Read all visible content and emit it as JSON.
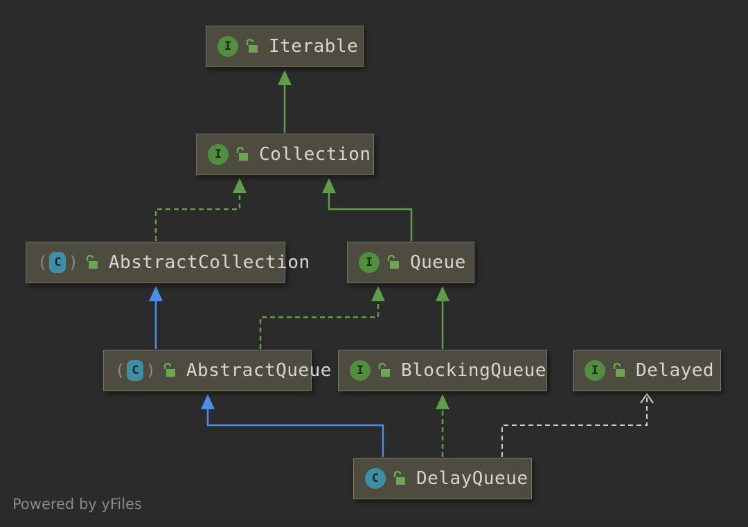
{
  "nodes": {
    "iterable": {
      "name": "Iterable",
      "badge": "I",
      "kind": "interface"
    },
    "collection": {
      "name": "Collection",
      "badge": "I",
      "kind": "interface"
    },
    "abstractcollection": {
      "name": "AbstractCollection",
      "badge": "C",
      "kind": "abstract-class"
    },
    "queue": {
      "name": "Queue",
      "badge": "I",
      "kind": "interface"
    },
    "abstractqueue": {
      "name": "AbstractQueue",
      "badge": "C",
      "kind": "abstract-class"
    },
    "blockingqueue": {
      "name": "BlockingQueue",
      "badge": "I",
      "kind": "interface"
    },
    "delayed": {
      "name": "Delayed",
      "badge": "I",
      "kind": "interface"
    },
    "delayqueue": {
      "name": "DelayQueue",
      "badge": "C",
      "kind": "class"
    }
  },
  "edges": [
    {
      "from": "Collection",
      "to": "Iterable",
      "relation": "extends"
    },
    {
      "from": "AbstractCollection",
      "to": "Collection",
      "relation": "implements"
    },
    {
      "from": "Queue",
      "to": "Collection",
      "relation": "extends"
    },
    {
      "from": "AbstractQueue",
      "to": "AbstractCollection",
      "relation": "class-extends"
    },
    {
      "from": "AbstractQueue",
      "to": "Queue",
      "relation": "implements"
    },
    {
      "from": "BlockingQueue",
      "to": "Queue",
      "relation": "extends"
    },
    {
      "from": "DelayQueue",
      "to": "AbstractQueue",
      "relation": "class-extends"
    },
    {
      "from": "DelayQueue",
      "to": "BlockingQueue",
      "relation": "implements"
    },
    {
      "from": "DelayQueue",
      "to": "Delayed",
      "relation": "uses"
    }
  ],
  "colors": {
    "background": "#2b2b2b",
    "interface_edge": "#5f9e48",
    "class_edge": "#4a8ee8",
    "uses_edge": "#cfcfcf",
    "interface_badge": "#4f8f3d",
    "class_badge": "#3e8fa3"
  },
  "footer": "Powered by yFiles"
}
